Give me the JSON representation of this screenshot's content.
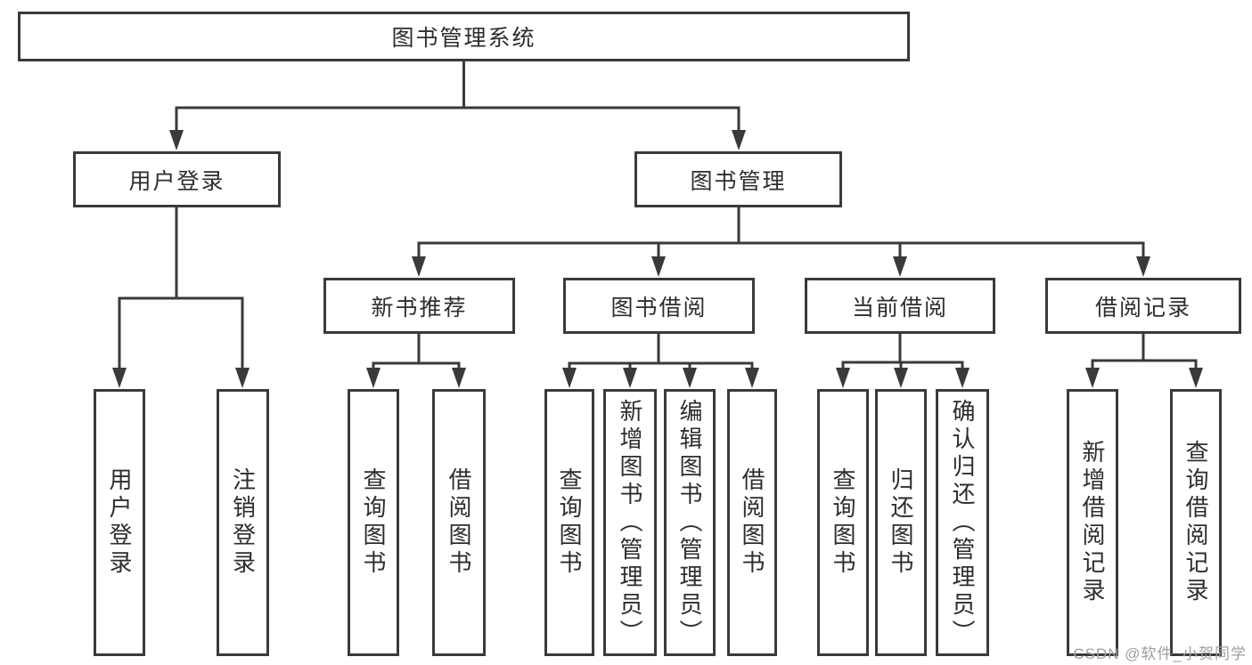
{
  "diagram": {
    "root": {
      "label": "图书管理系统"
    },
    "level2": [
      {
        "label": "用户登录"
      },
      {
        "label": "图书管理"
      }
    ],
    "level3": [
      {
        "label": "新书推荐"
      },
      {
        "label": "图书借阅"
      },
      {
        "label": "当前借阅"
      },
      {
        "label": "借阅记录"
      }
    ],
    "leaves": [
      {
        "label": "用户登录"
      },
      {
        "label": "注销登录"
      },
      {
        "label": "查询图书"
      },
      {
        "label": "借阅图书"
      },
      {
        "label": "查询图书"
      },
      {
        "label": "新增图书（管理员）"
      },
      {
        "label": "编辑图书（管理员）"
      },
      {
        "label": "借阅图书"
      },
      {
        "label": "查询图书"
      },
      {
        "label": "归还图书"
      },
      {
        "label": "确认归还（管理员）"
      },
      {
        "label": "新增借阅记录"
      },
      {
        "label": "查询借阅记录"
      }
    ]
  },
  "watermark": {
    "text": "CSDN @软件_小贺同学"
  },
  "colors": {
    "line": "#3a3a3a",
    "text": "#2d2d2d",
    "watermark": "#9f9f9f",
    "background": "#ffffff"
  }
}
